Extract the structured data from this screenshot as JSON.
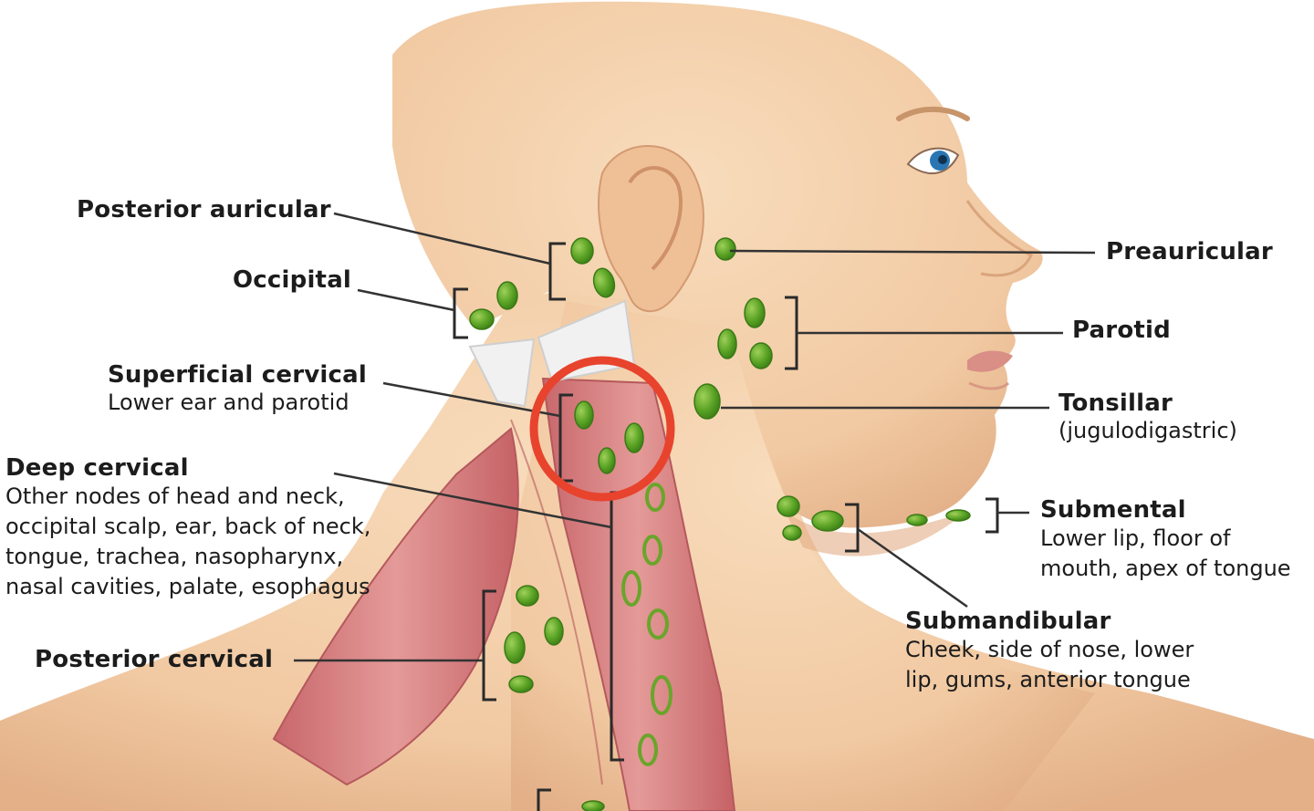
{
  "labels": {
    "posterior_auricular": {
      "title": "Posterior auricular"
    },
    "occipital": {
      "title": "Occipital"
    },
    "superficial_cervical": {
      "title": "Superficial cervical",
      "desc": "Lower ear and parotid"
    },
    "deep_cervical": {
      "title": "Deep cervical",
      "desc": [
        "Other nodes of head and neck,",
        "occipital scalp, ear, back of neck,",
        "tongue, trachea, nasopharynx,",
        "nasal cavities, palate, esophagus"
      ]
    },
    "posterior_cervical": {
      "title": "Posterior cervical"
    },
    "preauricular": {
      "title": "Preauricular"
    },
    "parotid": {
      "title": "Parotid"
    },
    "tonsillar": {
      "title": "Tonsillar",
      "desc": "(jugulodigastric)"
    },
    "submental": {
      "title": "Submental",
      "desc": [
        "Lower lip, floor of",
        "mouth, apex of tongue"
      ]
    },
    "submandibular": {
      "title": "Submandibular",
      "desc": [
        "Cheek, side of nose, lower",
        "lip, gums, anterior tongue"
      ]
    }
  },
  "colors": {
    "skin": "#f3cda8",
    "skin_shade": "#e9b98f",
    "muscle": "#d98686",
    "muscle_dark": "#b95a5e",
    "node": "#4f9a1e",
    "node_light": "#8cc34a",
    "highlight_circle": "#e8432d",
    "leader_line": "#333333"
  }
}
